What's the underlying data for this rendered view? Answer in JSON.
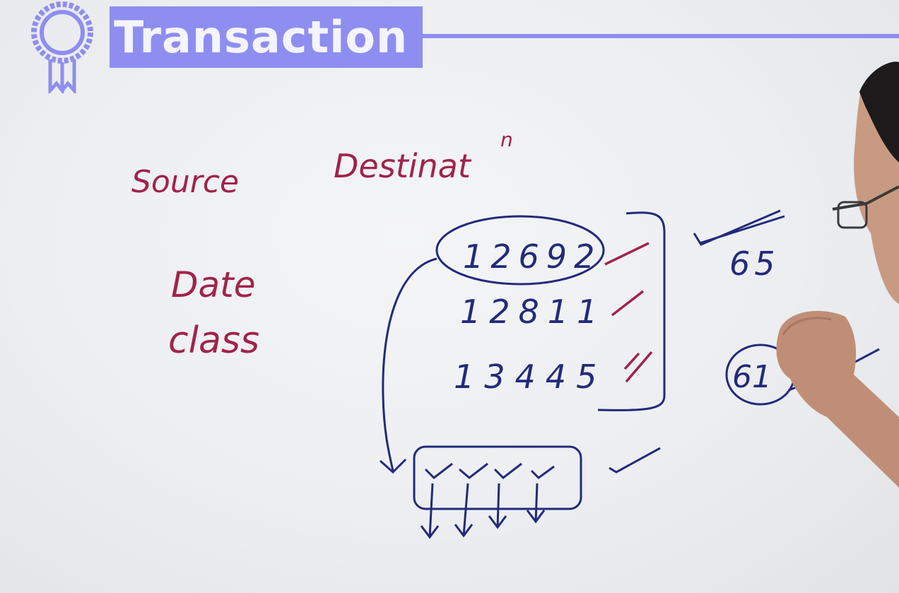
{
  "header": {
    "title": "Transaction"
  },
  "labels": {
    "source": "Source",
    "destination": "Destinat",
    "destination_sup": "n",
    "date": "Date",
    "class": "class"
  },
  "numbers": {
    "row1": "12692",
    "row2": "12811",
    "row3": "13445",
    "side_top": "65",
    "side_bottom": "61"
  },
  "colors": {
    "title_bg": "#8e8ef0",
    "maroon_ink": "#a1234a",
    "navy_ink": "#232a7a",
    "board": "#eceef1"
  }
}
